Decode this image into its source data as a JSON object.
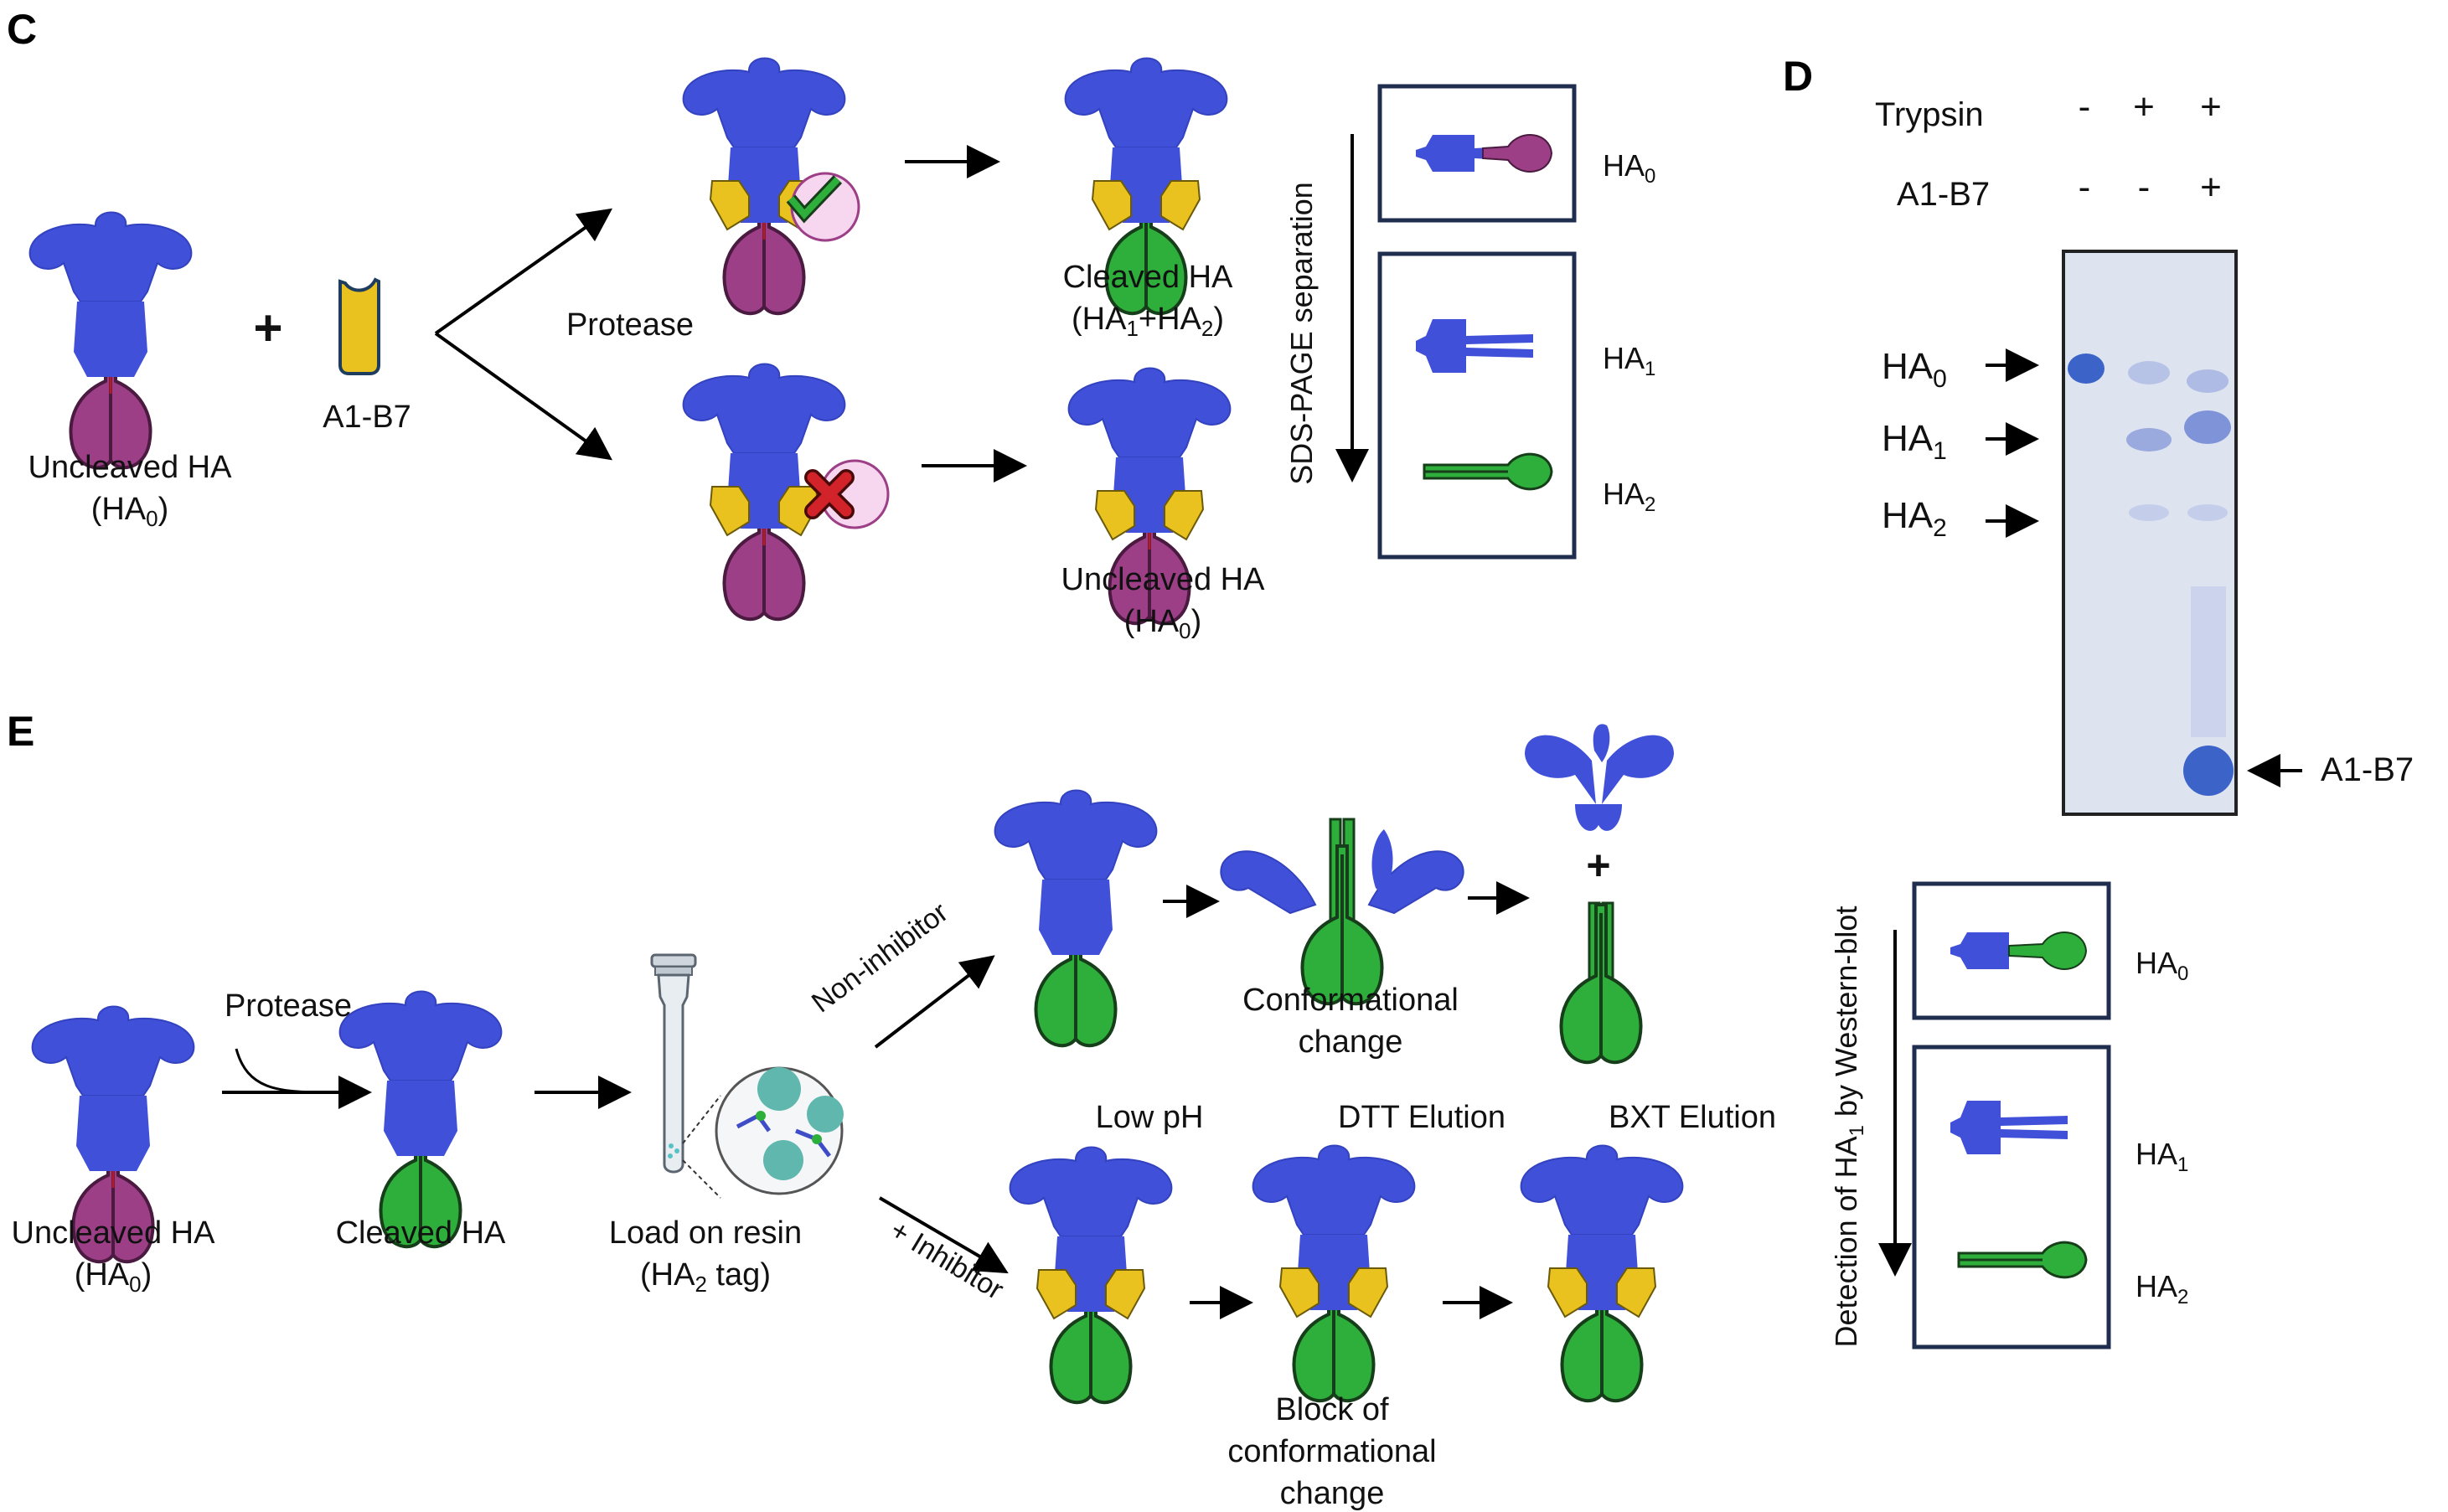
{
  "panels": {
    "c": {
      "letter": "C",
      "uncleaved_label": "Uncleaved HA",
      "uncleaved_sub": "(HA",
      "sub0": "0",
      "close_paren": ")",
      "plus": "+",
      "nanobody_label": "A1-B7",
      "protease_label": "Protease",
      "cleaved_label": "Cleaved HA",
      "cleaved_sub_a": "(HA",
      "cleaved_sub_1": "1",
      "cleaved_sub_b": "+HA",
      "cleaved_sub_2": "2",
      "cleaved_sub_c": ")",
      "uncleaved2_label": "Uncleaved HA",
      "sds_label": "SDS-PAGE separation",
      "ha0": "HA",
      "ha0_sub": "0",
      "ha1": "HA",
      "ha1_sub": "1",
      "ha2": "HA",
      "ha2_sub": "2"
    },
    "d": {
      "letter": "D",
      "trypsin_label": "Trypsin",
      "a1b7_label": "A1-B7",
      "trypsin_signs": [
        "-",
        "+",
        "+"
      ],
      "a1b7_signs": [
        "-",
        "-",
        "+"
      ],
      "ha0": "HA",
      "ha0_sub": "0",
      "ha1": "HA",
      "ha1_sub": "1",
      "ha2": "HA",
      "ha2_sub": "2",
      "a1b7_band": "A1-B7",
      "wb_label_a": "Detection of HA",
      "wb_label_sub": "1",
      "wb_label_b": " by Western-blot",
      "wb_ha0": "HA",
      "wb_ha0_sub": "0",
      "wb_ha1": "HA",
      "wb_ha1_sub": "1",
      "wb_ha2": "HA",
      "wb_ha2_sub": "2"
    },
    "e": {
      "letter": "E",
      "protease_label": "Protease",
      "uncleaved_label": "Uncleaved HA",
      "uncleaved_sub": "(HA",
      "sub0": "0",
      "close_paren": ")",
      "cleaved_label": "Cleaved HA",
      "resin_label": "Load on resin",
      "resin_sub_a": "(HA",
      "resin_sub_2": "2",
      "resin_sub_b": " tag)",
      "non_inhibitor": "Non-inhibitor",
      "inhibitor": "+ Inhibitor",
      "conf_change_1": "Conformational",
      "conf_change_2": "change",
      "plus": "+",
      "low_ph": "Low pH",
      "dtt": "DTT Elution",
      "bxt": "BXT Elution",
      "block_1": "Block of",
      "block_2": "conformational",
      "block_3": "change"
    }
  },
  "colors": {
    "ha1_blue": "#4050d8",
    "ha2_green": "#2eae3a",
    "ha0_purple": "#9c3f86",
    "nanobody_yellow": "#e9c21f",
    "box_navy": "#1f2d4f",
    "gel_bg": "#dde3ef",
    "gel_band": "#3c63c8"
  }
}
